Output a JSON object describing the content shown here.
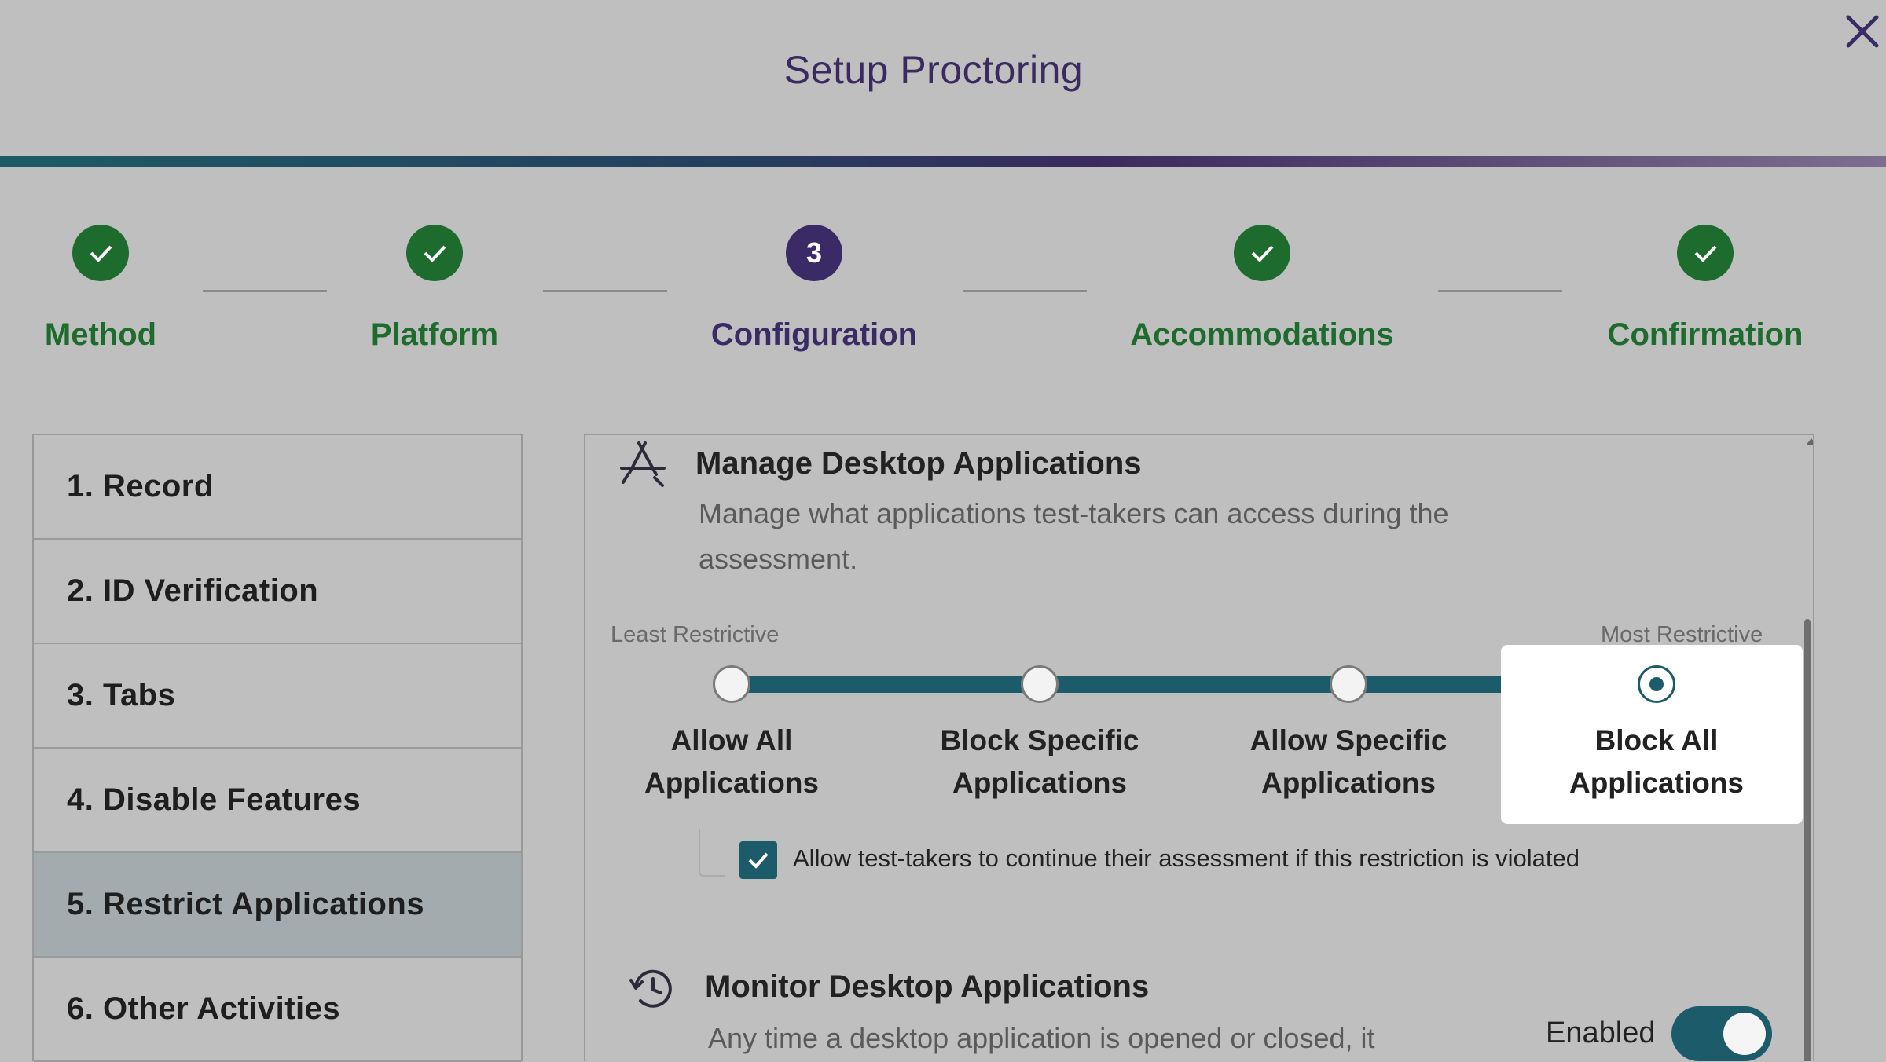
{
  "dialog": {
    "title": "Setup Proctoring"
  },
  "steps": [
    {
      "label": "Method",
      "state": "done"
    },
    {
      "label": "Platform",
      "state": "done"
    },
    {
      "label": "Configuration",
      "state": "current",
      "number": "3"
    },
    {
      "label": "Accommodations",
      "state": "done"
    },
    {
      "label": "Confirmation",
      "state": "done"
    }
  ],
  "sidebar": {
    "items": [
      {
        "label": "1. Record"
      },
      {
        "label": "2. ID Verification"
      },
      {
        "label": "3. Tabs"
      },
      {
        "label": "4. Disable Features"
      },
      {
        "label": "5. Restrict Applications",
        "active": true
      },
      {
        "label": "6. Other Activities"
      }
    ]
  },
  "manage": {
    "title": "Manage Desktop Applications",
    "description": "Manage what applications test-takers can access during the assessment.",
    "least_label": "Least Restrictive",
    "most_label": "Most Restrictive",
    "options": [
      {
        "line1": "Allow All",
        "line2": "Applications"
      },
      {
        "line1": "Block Specific",
        "line2": "Applications"
      },
      {
        "line1": "Allow Specific",
        "line2": "Applications"
      },
      {
        "line1": "Block All",
        "line2": "Applications"
      }
    ],
    "selected_option": "Block All Applications",
    "checkbox_label": "Allow test-takers to continue their assessment if this restriction is violated",
    "checkbox_checked": true
  },
  "monitor": {
    "title": "Monitor Desktop Applications",
    "description": "Any time a desktop application is opened or closed, it",
    "toggle_label": "Enabled",
    "toggle_on": true
  },
  "colors": {
    "done_green": "#1e6b2e",
    "current_purple": "#3a2a66",
    "accent_teal": "#1c5b6a",
    "background": "#bfbfbf"
  }
}
